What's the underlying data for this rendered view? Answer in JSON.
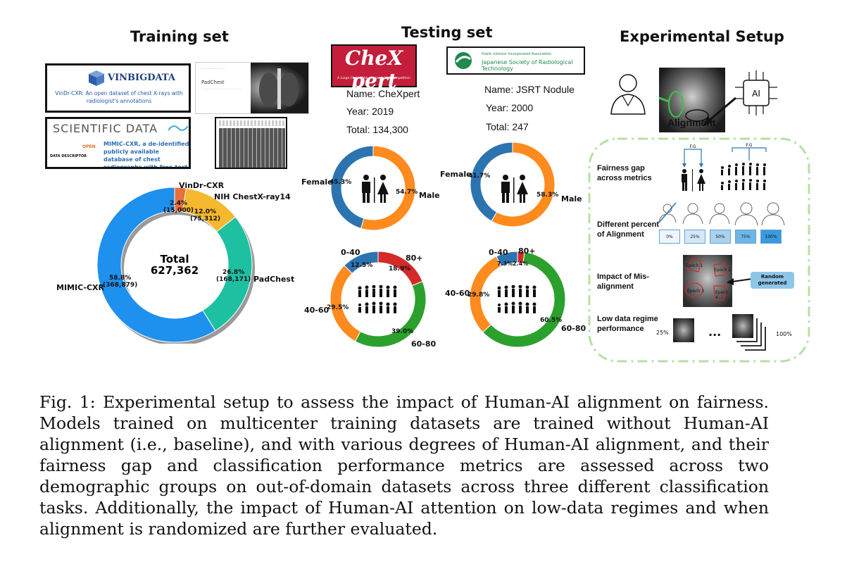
{
  "headers": {
    "training": "Training set",
    "testing": "Testing set",
    "setup": "Experimental Setup"
  },
  "training_thumbs": {
    "vinbig_logo": "VINBIGDATA",
    "vinbig_title": "VinDr-CXR: An open dataset of chest X-rays with radiologist's annotations",
    "sci_data": "SCIENTIFIC DATA",
    "sci_open": "OPEN",
    "sci_descriptor": "DATA DESCRIPTOR",
    "sci_title": "MIMIC-CXR, a de-identified publicly available database of chest radiographs with free-text reports",
    "padchest_label": "PadChest"
  },
  "testing_info": {
    "chexpert": {
      "name": "Name: CheXpert",
      "year": "Year: 2019",
      "total": "Total: 134,300",
      "logo": "CheX pert",
      "logo_sub": "A Large Chest X-Ray Dataset And Competition"
    },
    "jsrt": {
      "name": "Name: JSRT Nodule",
      "year": "Year: 2000",
      "total": "Total: 247",
      "logo_small": "Public Interest Incorporated Association",
      "logo_main": "Japanese Society of Radiological Technology"
    }
  },
  "setup": {
    "alignment": "Alignment",
    "ai": "AI",
    "fg": "F.G",
    "rows": {
      "fairness": "Fairness gap across metrics",
      "percent": "Different percent of Alignment",
      "impact": "Impact of Mis-alignment",
      "lowdata": "Low data regime performance"
    },
    "percent_boxes": [
      "0%",
      "25%",
      "50%",
      "75%",
      "100%"
    ],
    "epochs": [
      "Epoch 1",
      "Epoch 2",
      "Epoch 3",
      "Epoch 4"
    ],
    "random": "Random generated",
    "low_left": "25%",
    "low_right": "100%",
    "dots": "..."
  },
  "chart_data": [
    {
      "type": "pie",
      "categories": [
        "VinDr-CXR",
        "NIH ChestX-ray14",
        "PadChest",
        "MIMIC-CXR"
      ],
      "values": [
        15000,
        75312,
        168171,
        368879
      ],
      "labels": [
        "2.4%\n(15,000)",
        "12.0%\n(75,312)",
        "26.8%\n(168,171)",
        "58.8%\n(368,879)"
      ],
      "colors": [
        "#e8703a",
        "#f5b82e",
        "#1ec0a2",
        "#1e90ee"
      ],
      "center_label": "Total",
      "center_value": "627,362"
    },
    {
      "type": "pie",
      "categories": [
        "Male",
        "Female"
      ],
      "values": [
        54.7,
        45.3
      ],
      "labels": [
        "54.7%",
        "45.3%"
      ],
      "colors": [
        "#ff8a1e",
        "#2c74b0"
      ]
    },
    {
      "type": "pie",
      "categories": [
        "Male",
        "Female"
      ],
      "values": [
        58.3,
        41.7
      ],
      "labels": [
        "58.3%",
        "41.7%"
      ],
      "colors": [
        "#ff8a1e",
        "#2c74b0"
      ]
    },
    {
      "type": "pie",
      "categories": [
        "80+",
        "60-80",
        "40-60",
        "0-40"
      ],
      "values": [
        18.9,
        39.0,
        29.5,
        12.5
      ],
      "labels": [
        "18.9%",
        "39.0%",
        "29.5%",
        "12.5%"
      ],
      "colors": [
        "#d42a2a",
        "#2ca02c",
        "#ff8a1e",
        "#2c74b0"
      ]
    },
    {
      "type": "pie",
      "categories": [
        "80+",
        "60-80",
        "40-60",
        "0-40"
      ],
      "values": [
        2.4,
        60.5,
        29.8,
        7.3
      ],
      "labels": [
        "2.4%",
        "60.5%",
        "29.8%",
        "7.3%"
      ],
      "colors": [
        "#d42a2a",
        "#2ca02c",
        "#ff8a1e",
        "#2c74b0"
      ]
    }
  ],
  "caption": "Fig. 1: Experimental setup to assess the impact of Human-AI alignment on fairness. Models trained on multicenter training datasets are trained without Human-AI alignment (i.e., baseline), and with various degrees of Human-AI alignment, and their fairness gap and classification performance metrics are assessed across two demographic groups on out-of-domain datasets across three different classification tasks. Additionally, the impact of Human-AI attention on low-data regimes and when alignment is randomized are further evaluated."
}
